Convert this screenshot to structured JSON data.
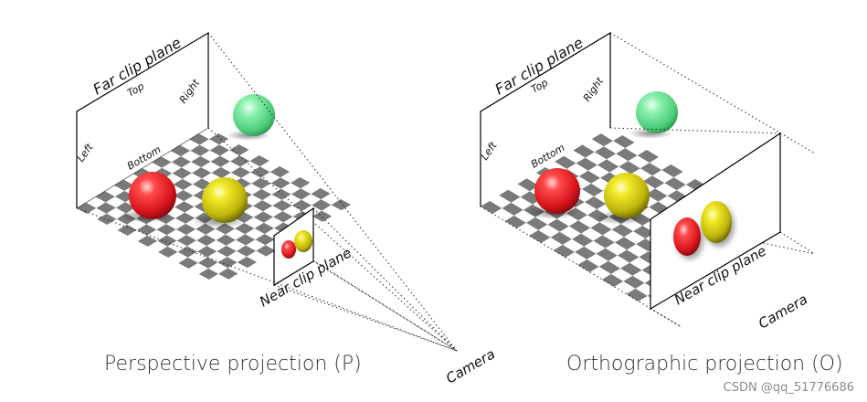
{
  "perspective": {
    "far_label": "Far clip plane",
    "top_label": "Top",
    "right_label": "Right",
    "left_label": "Left",
    "bottom_label": "Bottom",
    "near_label": "Near clip plane",
    "camera_label": "Camera",
    "caption": "Perspective projection (P)"
  },
  "orthographic": {
    "far_label": "Far clip plane",
    "top_label": "Top",
    "right_label": "Right",
    "left_label": "Left",
    "bottom_label": "Bottom",
    "near_label": "Near clip plane",
    "camera_label": "Camera",
    "caption": "Orthographic projection (O)"
  },
  "watermark": "CSDN @qq_51776686",
  "colors": {
    "red_sphere": "#e8202a",
    "yellow_sphere": "#c9c10a",
    "green_sphere": "#5fd88a",
    "checker_dark": "#7a7a7a",
    "checker_light": "#ffffff"
  }
}
